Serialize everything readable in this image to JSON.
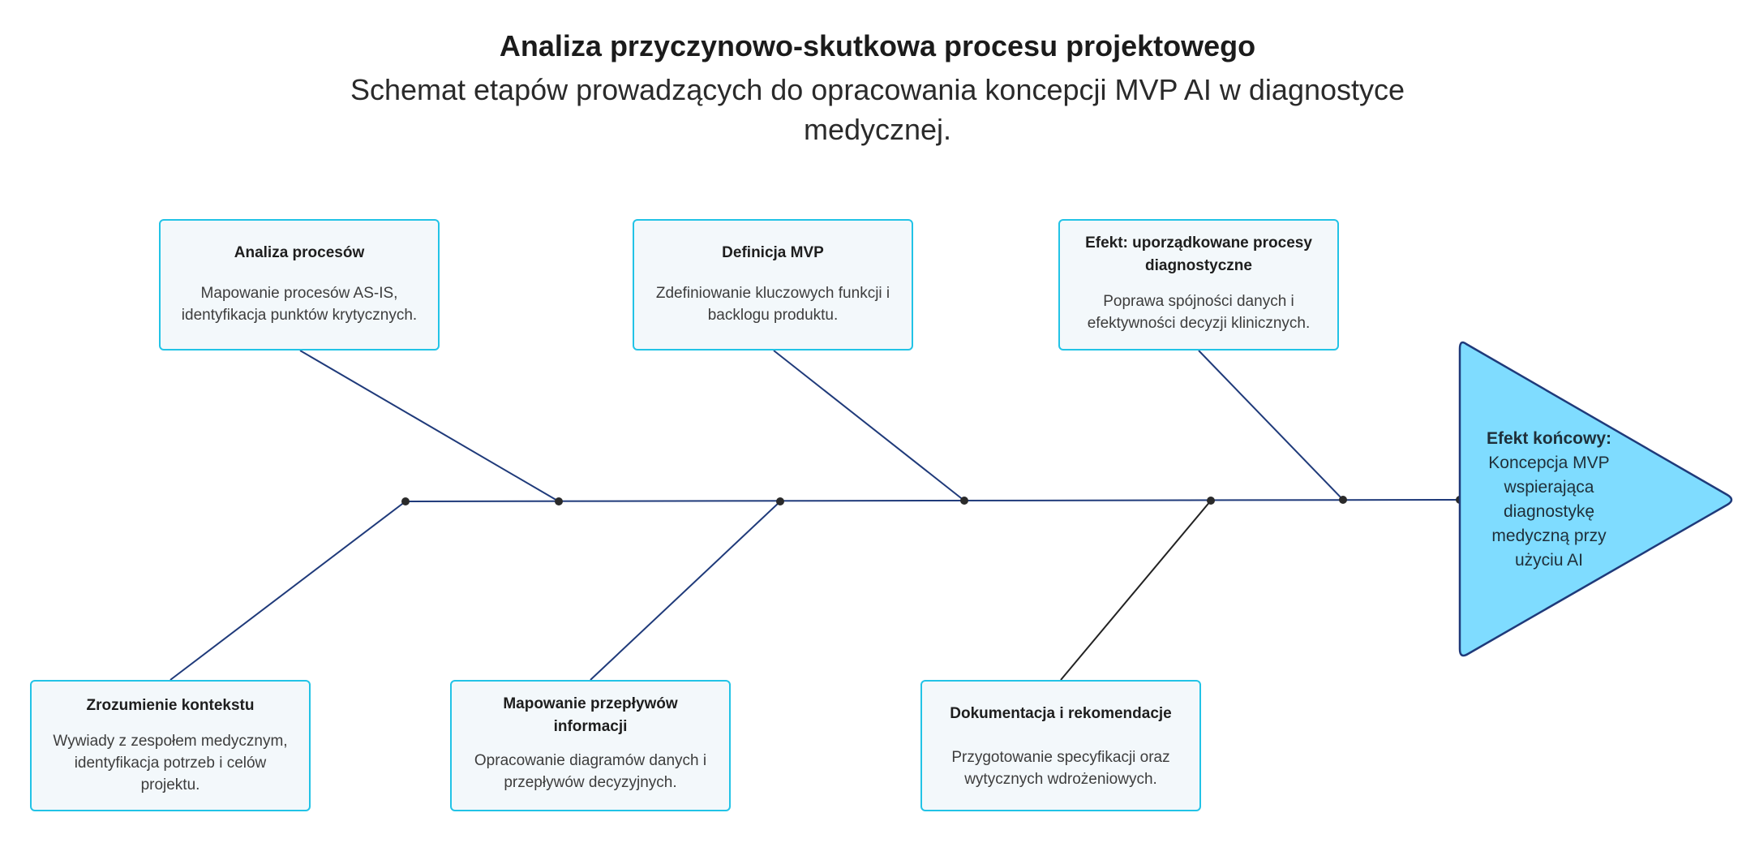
{
  "title": "Analiza przyczynowo-skutkowa procesu projektowego",
  "subtitle": "Schemat etapów prowadzących do opracowania koncepcji MVP AI w diagnostyce medycznej.",
  "colors": {
    "spine": "#1f3a7a",
    "box_border": "#22c3e6",
    "box_fill": "#f3f8fb",
    "head_fill": "#7fdcff",
    "head_border": "#1f3a7a"
  },
  "causes_top": [
    {
      "title": "Analiza procesów",
      "description": "Mapowanie procesów AS-IS, identyfikacja punktów krytycznych."
    },
    {
      "title": "Definicja MVP",
      "description": "Zdefiniowanie kluczowych funkcji i backlogu produktu."
    },
    {
      "title": "Efekt: uporządkowane procesy diagnostyczne",
      "description": "Poprawa spójności danych i efektywności decyzji klinicznych."
    }
  ],
  "causes_bottom": [
    {
      "title": "Zrozumienie kontekstu",
      "description": "Wywiady z zespołem medycznym, identyfikacja potrzeb i celów projektu."
    },
    {
      "title": "Mapowanie przepływów informacji",
      "description": "Opracowanie diagramów danych i przepływów decyzyjnych."
    },
    {
      "title": "Dokumentacja i rekomendacje",
      "description": "Przygotowanie specyfikacji oraz wytycznych wdrożeniowych."
    }
  ],
  "effect": {
    "title": "Efekt końcowy:",
    "description": "Koncepcja MVP wspierająca diagnostykę medyczną przy użyciu AI"
  }
}
